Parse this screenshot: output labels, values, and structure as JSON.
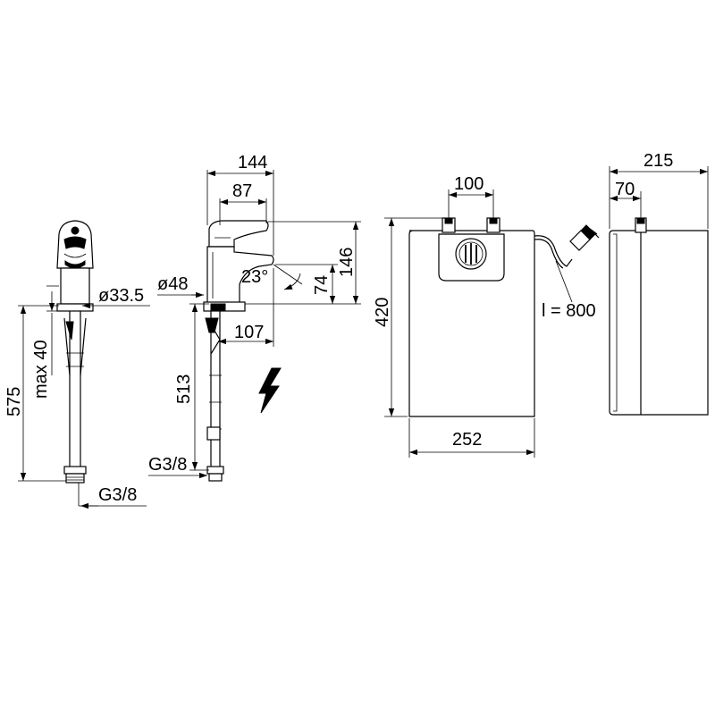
{
  "dimensions": {
    "tap_front": {
      "hose_length": "575",
      "max_thickness": "max 40",
      "pipe_diameter": "ø33.5",
      "thread": "G3/8"
    },
    "tap_side": {
      "width_total": "144",
      "width_lever": "87",
      "base_diameter": "ø48",
      "angle": "23°",
      "height_spout": "74",
      "height_total": "146",
      "spout_reach": "107",
      "hose_length": "513",
      "thread": "G3/8"
    },
    "heater_front": {
      "connection_spacing": "100",
      "height": "420",
      "width": "252",
      "cable_length": "l = 800"
    },
    "heater_side": {
      "depth": "215",
      "connection_offset": "70"
    }
  },
  "icons": {
    "electrical": "lightning-bolt-icon",
    "power": "power-plug-icon"
  }
}
